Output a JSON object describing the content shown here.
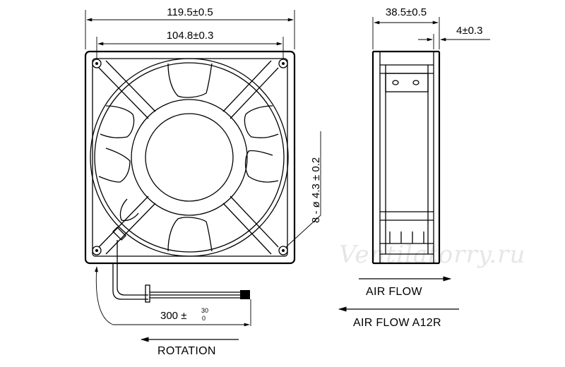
{
  "dimensions": {
    "overall_width": "119.5±0.5",
    "hole_pitch": "104.8±0.3",
    "depth": "38.5±0.5",
    "flange": "4±0.3",
    "mounting_holes": "8 - ø 4.3 ± 0.2",
    "lead_length_base": "300 ±",
    "lead_tol_plus": "30",
    "lead_tol_minus": "0"
  },
  "labels": {
    "rotation": "ROTATION",
    "air_flow": "AIR FLOW",
    "air_flow_reverse": "AIR FLOW A12R"
  },
  "watermark": "Ventilatorry.ru"
}
